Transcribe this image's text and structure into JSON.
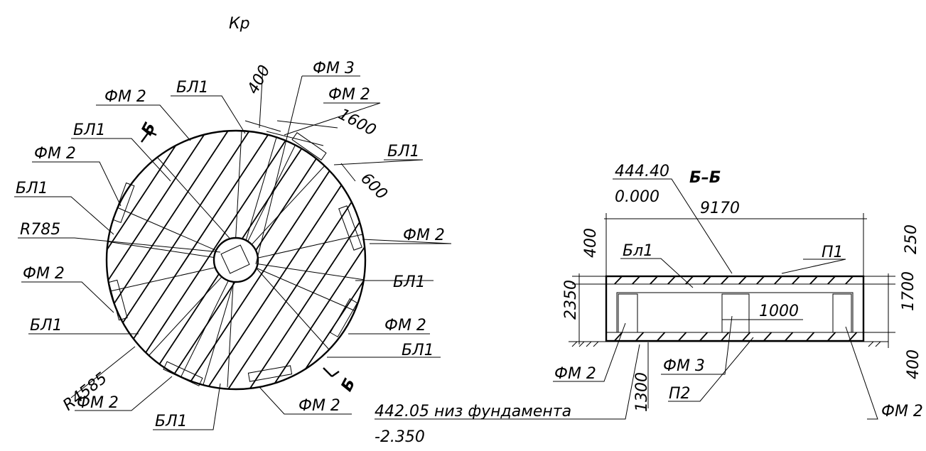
{
  "plan": {
    "title": "Кр",
    "labels": {
      "fm3_top": "ФМ 3",
      "fm2_top_left": "ФМ 2",
      "bl1_top": "БЛ1",
      "dim400_top": "400",
      "fm2_top_right": "ФМ 2",
      "dim1600": "1600",
      "bl1_left1": "БЛ1",
      "fm2_left1": "ФМ 2",
      "bl1_right1": "БЛ1",
      "dim600": "600",
      "bl1_left2": "БЛ1",
      "r785": "R785",
      "fm2_right1": "ФМ 2",
      "fm2_left2": "ФМ 2",
      "bl1_right2": "БЛ1",
      "bl1_left3": "БЛ1",
      "fm2_right2": "ФМ 2",
      "bl1_right3": "БЛ1",
      "r4585": "R4585",
      "fm2_bottom_left": "ФМ 2",
      "bl1_bottom": "БЛ1",
      "fm2_bottom_right": "ФМ 2",
      "cut_top": "Б",
      "cut_bottom": "Б"
    }
  },
  "section": {
    "title": "Б–Б",
    "labels": {
      "elev_top": "444.40",
      "elev_top_rel": "0.000",
      "width_9170": "9170",
      "dim400": "400",
      "bl1": "Бл1",
      "p1": "П1",
      "dim250": "250",
      "dim2350": "2350",
      "dim1000": "1000",
      "dim1700": "1700",
      "fm2_left": "ФМ 2",
      "fm3": "ФМ 3",
      "dim1300": "1300",
      "p2": "П2",
      "dim400_bottom": "400",
      "fm2_right": "ФМ 2",
      "elev_bottom": "442.05 низ фундамента",
      "elev_bottom_rel": "-2.350"
    }
  }
}
